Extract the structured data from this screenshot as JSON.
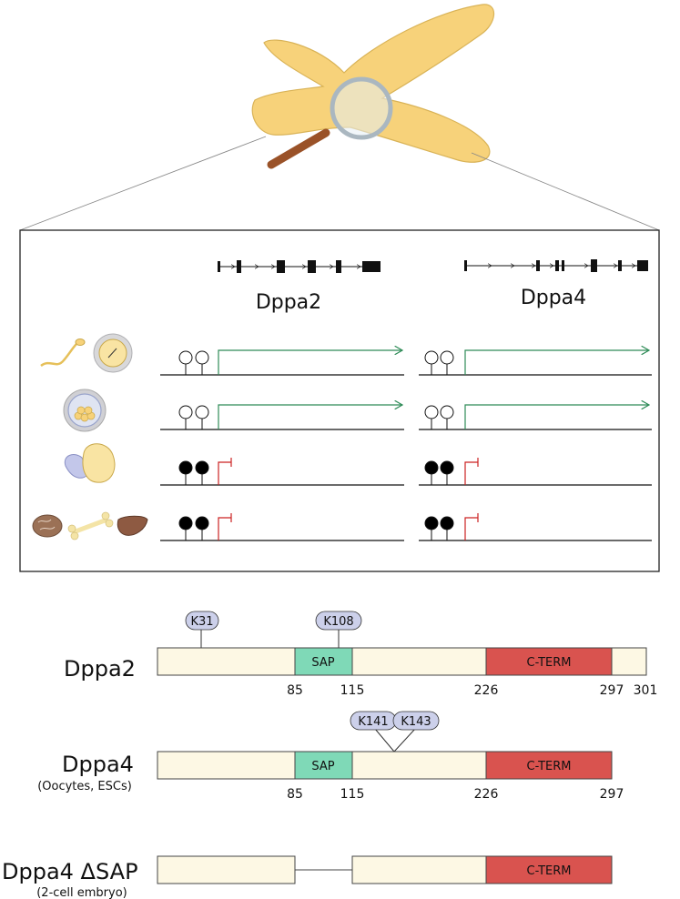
{
  "genes": {
    "dppa2": {
      "label": "Dppa2"
    },
    "dppa4": {
      "label": "Dppa4"
    }
  },
  "proteins": {
    "dppa2": {
      "label": "Dppa2",
      "length": 301,
      "domains": [
        {
          "name": "SAP",
          "start": 85,
          "end": 115,
          "color": "#7fd9b7"
        },
        {
          "name": "C-TERM",
          "start": 226,
          "end": 297,
          "color": "#d9534f"
        }
      ],
      "ticks": [
        "85",
        "115",
        "226",
        "297",
        "301"
      ],
      "sites": [
        "K31",
        "K108"
      ]
    },
    "dppa4": {
      "label": "Dppa4",
      "sublabel": "(Oocytes, ESCs)",
      "length": 297,
      "domains": [
        {
          "name": "SAP",
          "start": 85,
          "end": 115,
          "color": "#7fd9b7"
        },
        {
          "name": "C-TERM",
          "start": 226,
          "end": 297,
          "color": "#d9534f"
        }
      ],
      "ticks": [
        "85",
        "115",
        "226",
        "297"
      ],
      "sites": [
        "K141",
        "K143"
      ]
    },
    "dppa4_dsap": {
      "label": "Dppa4 ΔSAP",
      "sublabel": "(2-cell embryo)",
      "domains": [
        {
          "name": "C-TERM",
          "start": 226,
          "end": 297,
          "color": "#d9534f"
        }
      ]
    }
  },
  "promoter_states": [
    {
      "methylated": false,
      "transcribed": true
    },
    {
      "methylated": false,
      "transcribed": true
    },
    {
      "methylated": true,
      "transcribed": false
    },
    {
      "methylated": true,
      "transcribed": false
    }
  ],
  "colors": {
    "chromosome": "#f7d27a",
    "protein_fill": "#fdf8e4",
    "site_badge": "#ccd0ea",
    "active_arrow": "#2e8b57",
    "repressed_arrow": "#cc2222",
    "magnifier_handle": "#9a5228"
  }
}
